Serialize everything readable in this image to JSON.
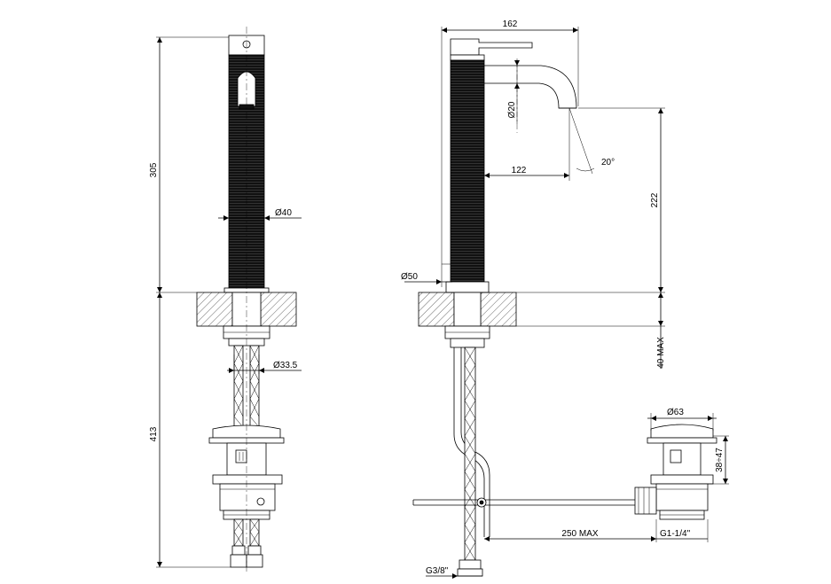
{
  "labels": {
    "front_height": "305",
    "front_diameter": "Ø40",
    "front_lower_diameter": "Ø33.5",
    "front_lower_height": "413",
    "side_width": "162",
    "spout_diameter": "Ø20",
    "spout_angle": "20°",
    "spout_reach": "122",
    "spout_height": "222",
    "base_diameter": "Ø50",
    "deck_thickness": "40 MAX",
    "waste_diameter": "Ø63",
    "waste_height": "38÷47",
    "rod_length": "250 MAX",
    "waste_thread": "G1-1/4\"",
    "hose_thread": "G3/8\""
  },
  "colors": {
    "line": "#000000",
    "body": "#111111",
    "background": "#ffffff"
  }
}
